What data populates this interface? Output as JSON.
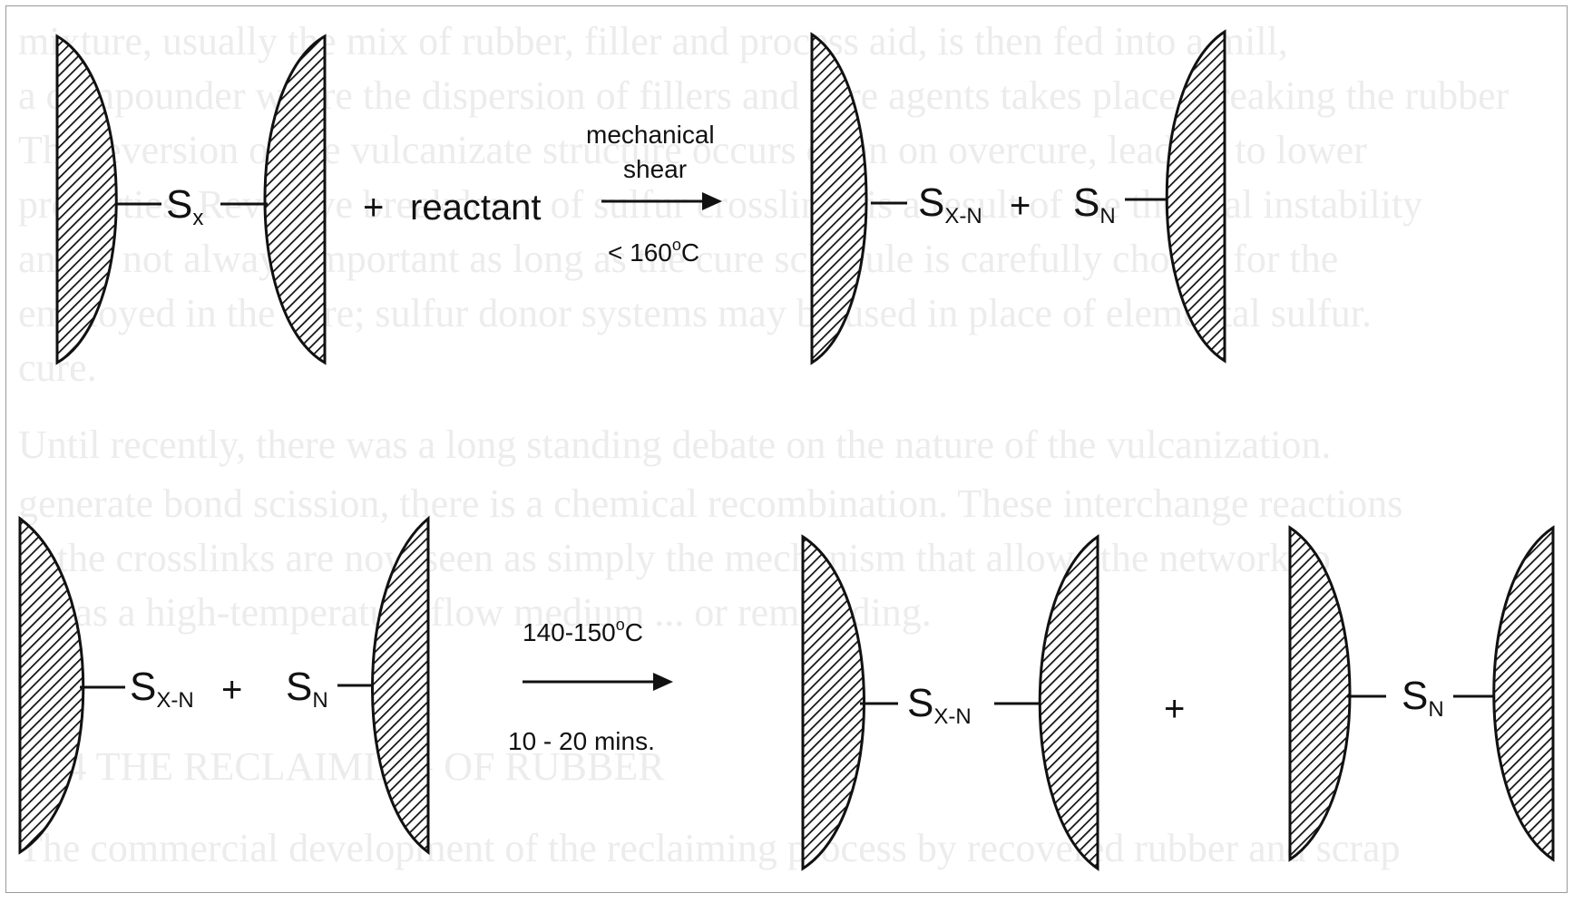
{
  "background_text": {
    "lines": [
      "mixture, usually the mix of rubber, filler and process aid, is then fed into a mill,",
      "a compounder where the dispersion of fillers and cure agents takes place, breaking the rubber",
      "The reversion of the vulcanizate structure occurs often on overcure, leading to lower",
      "properties. Revertive breakdown of sulfur crosslinks is a result of the thermal instability",
      "and is not always important as long as the cure schedule is carefully chosen for the",
      "employed in the cure; sulfur donor systems may be used in place of elemental sulfur.",
      "cure.",
      "Until recently, there was a long standing debate on the nature of the vulcanization.",
      "generate bond scission, there is a chemical recombination. These interchange reactions",
      "at the crosslinks are now seen as simply the mechanism that allows the network to",
      "act as a high-temperature flow medium ... or remoulding.",
      "",
      "11.4 THE RECLAIMING OF RUBBER",
      "",
      "The commercial development of the reclaiming process by recovered rubber and scrap"
    ]
  },
  "reaction1": {
    "reactant_sulfur": "S",
    "reactant_sulfur_sub": "x",
    "plus": "+",
    "reactant": "reactant",
    "arrow_above_line1": "mechanical",
    "arrow_above_line2": "shear",
    "arrow_below_prefix": "< 160",
    "arrow_below_sup": "o",
    "arrow_below_unit": "C",
    "product1_sulfur": "S",
    "product1_sub": "X-N",
    "product_plus": "+",
    "product2_sulfur": "S",
    "product2_sub": "N"
  },
  "reaction2": {
    "reactant1_sulfur": "S",
    "reactant1_sub": "X-N",
    "plus": "+",
    "reactant2_sulfur": "S",
    "reactant2_sub": "N",
    "arrow_above_prefix": "140-150",
    "arrow_above_sup": "o",
    "arrow_above_unit": "C",
    "arrow_below": "10 - 20 mins.",
    "product1_sulfur": "S",
    "product1_sub": "X-N",
    "product_plus": "+",
    "product2_sulfur": "S",
    "product2_sub": "N"
  },
  "colors": {
    "ink": "#111111",
    "ghost_text": "#ececec"
  }
}
